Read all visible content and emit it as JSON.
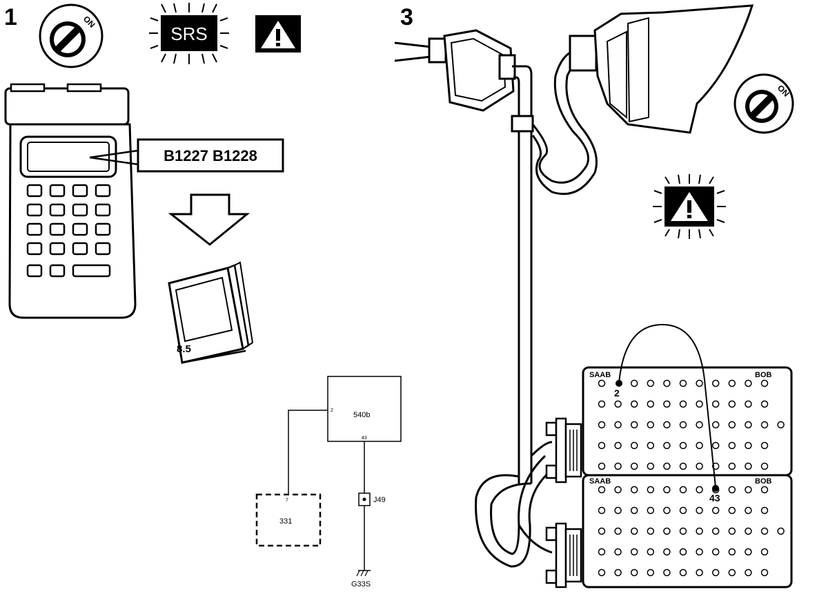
{
  "step_labels": {
    "step1": "1",
    "step3": "3"
  },
  "ignition_switch": {
    "label": "ON"
  },
  "srs_lamp": {
    "label": "SRS"
  },
  "scan_tool": {
    "callout": "B1227 B1228"
  },
  "manual": {
    "section": "8.5"
  },
  "wiring": {
    "module_label": "540b",
    "module_pin_left": "2",
    "module_pin_bottom": "43",
    "component_label": "331",
    "component_pin": "7",
    "connector_label": "J49",
    "ground_label": "G33S"
  },
  "breakout_box": {
    "top_brand": "SAAB",
    "top_name": "BOB",
    "bottom_brand": "SAAB",
    "bottom_name": "BOB",
    "pin_a": "2",
    "pin_b": "43"
  }
}
